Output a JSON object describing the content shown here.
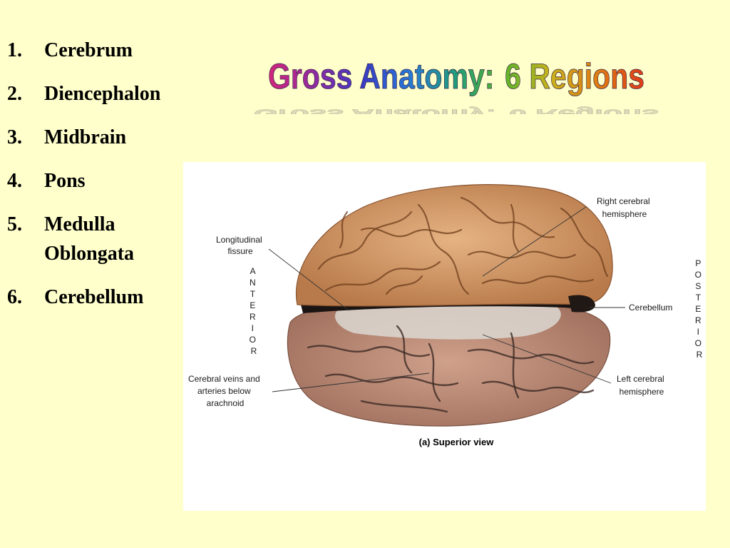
{
  "regions": [
    {
      "num": "1.",
      "lines": [
        "Cerebrum"
      ]
    },
    {
      "num": "2.",
      "lines": [
        "Diencephalon"
      ]
    },
    {
      "num": "3.",
      "lines": [
        "Midbrain"
      ]
    },
    {
      "num": "4.",
      "lines": [
        "Pons"
      ]
    },
    {
      "num": "5.",
      "lines": [
        "Medulla",
        "Oblongata"
      ]
    },
    {
      "num": "6.",
      "lines": [
        "Cerebellum"
      ]
    }
  ],
  "title": {
    "part1": "Gross Anatomy",
    "colon": ":",
    "part2": "6 Regions",
    "colors": [
      "#d4257a",
      "#8f2aa3",
      "#3a3ac4",
      "#2878d6",
      "#1f9e7a",
      "#59b52a",
      "#c9b21c",
      "#e07c12",
      "#e03a18"
    ]
  },
  "figure": {
    "labels": {
      "longitudinal_fissure": [
        "Longitudinal",
        "fissure"
      ],
      "right_hemisphere": [
        "Right cerebral",
        "hemisphere"
      ],
      "cerebellum": "Cerebellum",
      "cerebral_veins": [
        "Cerebral veins and",
        "arteries below",
        "arachnoid"
      ],
      "left_hemisphere": [
        "Left cerebral",
        "hemisphere"
      ],
      "anterior": [
        "A",
        "N",
        "T",
        "E",
        "R",
        "I",
        "O",
        "R"
      ],
      "posterior": [
        "P",
        "O",
        "S",
        "T",
        "E",
        "R",
        "I",
        "O",
        "R"
      ]
    },
    "caption": "(a) Superior view",
    "colors": {
      "upper_hemisphere": "#d9a06f",
      "lower_hemisphere": "#c4927b",
      "membrane": "#dcd8d2",
      "fissure": "#1a1412"
    }
  }
}
